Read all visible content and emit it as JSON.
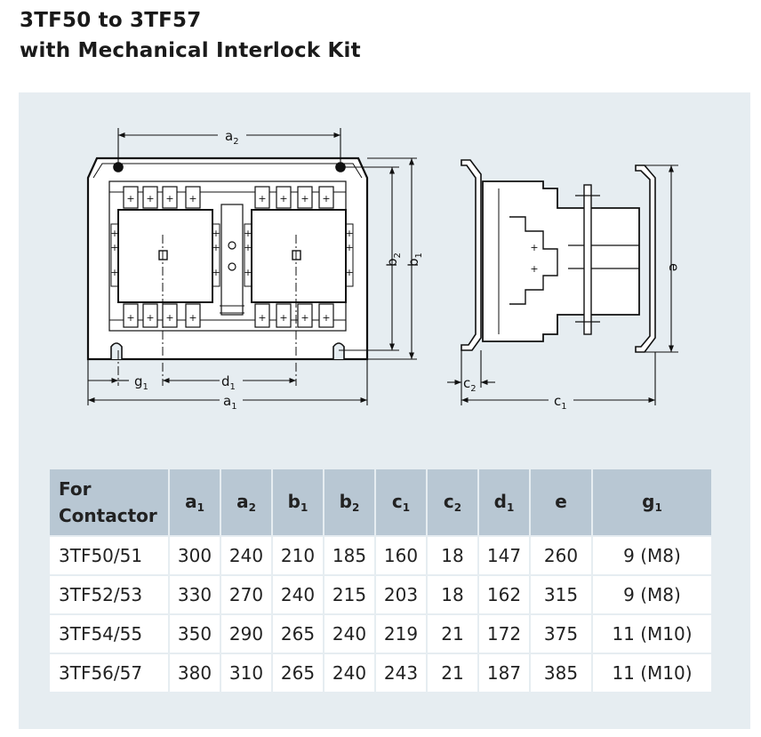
{
  "title": {
    "line1": "3TF50 to 3TF57",
    "line2": "with Mechanical Interlock Kit"
  },
  "diagram": {
    "labels": {
      "a": "a",
      "b": "b",
      "c": "c",
      "d": "d",
      "e": "e",
      "g": "g"
    },
    "subs": {
      "one": "1",
      "two": "2"
    }
  },
  "table": {
    "header": {
      "line1": "For",
      "line2": "Contactor",
      "cols": [
        {
          "l": "a",
          "s": "1"
        },
        {
          "l": "a",
          "s": "2"
        },
        {
          "l": "b",
          "s": "1"
        },
        {
          "l": "b",
          "s": "2"
        },
        {
          "l": "c",
          "s": "1"
        },
        {
          "l": "c",
          "s": "2"
        },
        {
          "l": "d",
          "s": "1"
        },
        {
          "l": "e",
          "s": ""
        },
        {
          "l": "g",
          "s": "1"
        }
      ]
    },
    "rows": [
      {
        "name": "3TF50/51",
        "vals": [
          "300",
          "240",
          "210",
          "185",
          "160",
          "18",
          "147",
          "260",
          "9 (M8)"
        ]
      },
      {
        "name": "3TF52/53",
        "vals": [
          "330",
          "270",
          "240",
          "215",
          "203",
          "18",
          "162",
          "315",
          "9 (M8)"
        ]
      },
      {
        "name": "3TF54/55",
        "vals": [
          "350",
          "290",
          "265",
          "240",
          "219",
          "21",
          "172",
          "375",
          "11 (M10)"
        ]
      },
      {
        "name": "3TF56/57",
        "vals": [
          "380",
          "310",
          "265",
          "240",
          "243",
          "21",
          "187",
          "385",
          "11 (M10)"
        ]
      }
    ]
  }
}
